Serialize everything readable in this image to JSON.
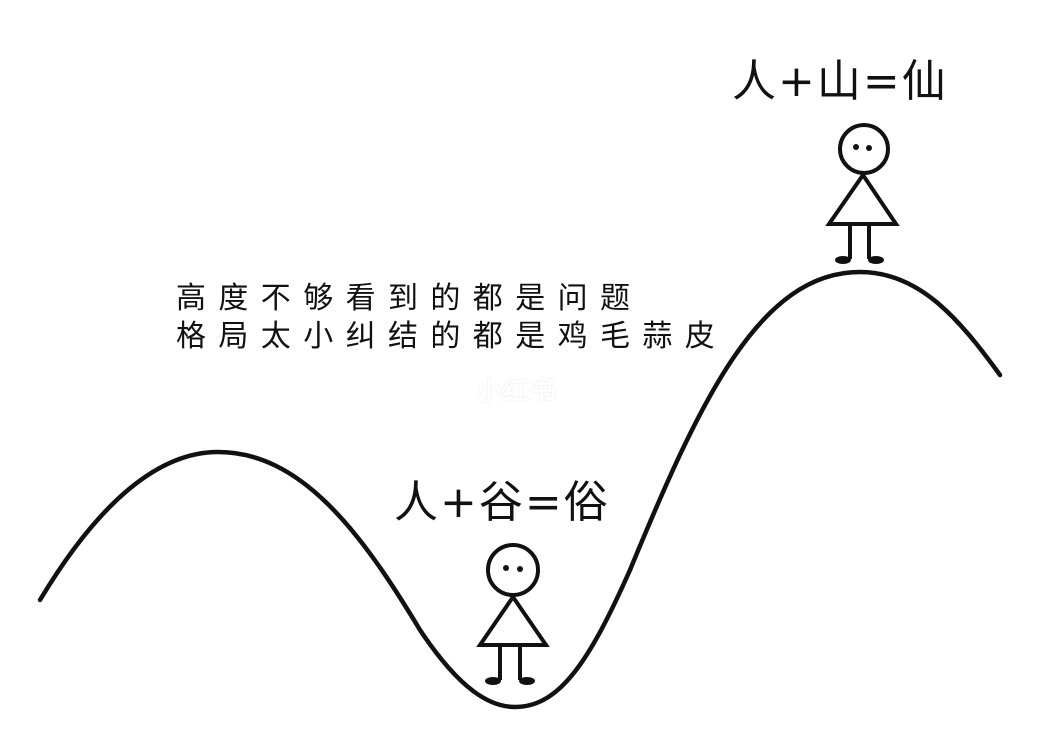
{
  "meme": {
    "top_equation": "人+山=仙",
    "bottom_equation": "人+谷=俗",
    "caption": {
      "lines": [
        "高度不够看到的都是问题",
        "格局太小纠结的都是鸡毛蒜皮"
      ]
    },
    "watermark": "小红书"
  },
  "figures": [
    {
      "position": "mountain-peak",
      "icon": "stick-figure-icon"
    },
    {
      "position": "valley-bottom",
      "icon": "stick-figure-icon"
    }
  ],
  "colors": {
    "background": "#ffffff",
    "ink": "#111111"
  }
}
